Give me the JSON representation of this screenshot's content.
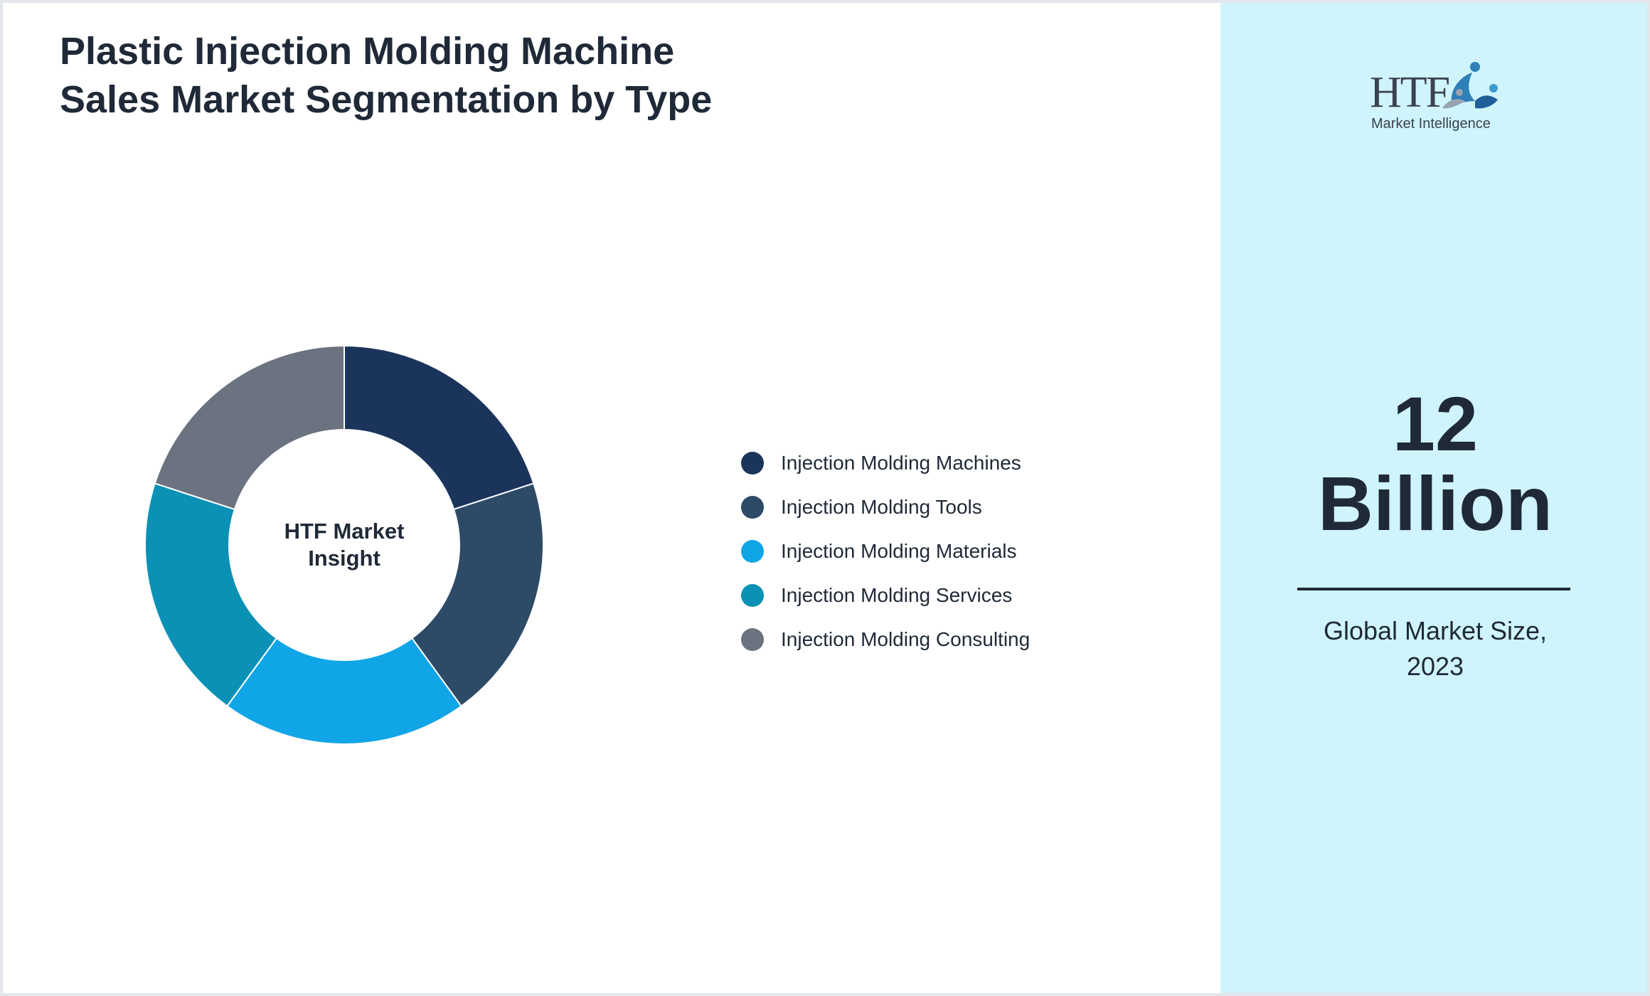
{
  "title": "Plastic Injection Molding Machine Sales Market Segmentation by Type",
  "chart_data": {
    "type": "pie",
    "variant": "donut",
    "center_label": [
      "HTF Market",
      "Insight"
    ],
    "categories": [
      "Injection Molding Machines",
      "Injection Molding Tools",
      "Injection Molding Materials",
      "Injection Molding Services",
      "Injection Molding Consulting"
    ],
    "values": [
      20,
      20,
      20,
      20,
      20
    ],
    "colors": [
      "#1a345c",
      "#2d4a67",
      "#10a5e6",
      "#0a91b5",
      "#6b7280"
    ],
    "legend_position": "right"
  },
  "sidebar": {
    "logo": {
      "text": "HTF",
      "subtext": "Market Intelligence"
    },
    "value_lines": [
      "12",
      "Billion"
    ],
    "caption_lines": [
      "Global Market Size,",
      "2023"
    ]
  },
  "colors": {
    "sidebar_bg": "#cff4fb",
    "text": "#1f2937"
  }
}
